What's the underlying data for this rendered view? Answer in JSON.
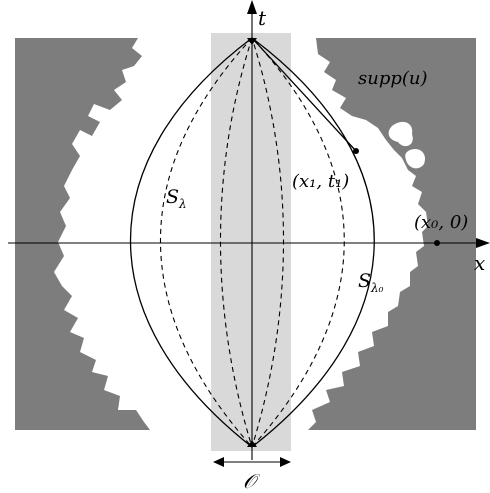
{
  "labels": {
    "t_axis": "t",
    "x_axis": "x",
    "supp": "supp(u)",
    "s_lambda": "S",
    "s_lambda_sub": "λ",
    "s_lambda0": "S",
    "s_lambda0_sub": "λ₀",
    "point_x1t1": "(x₁, t₁)",
    "point_x00": "(x₀, 0)",
    "set_O": "𝒪"
  },
  "colors": {
    "support": "#7d7d7d",
    "strip": "#d9d9d9",
    "ink": "#000000"
  }
}
